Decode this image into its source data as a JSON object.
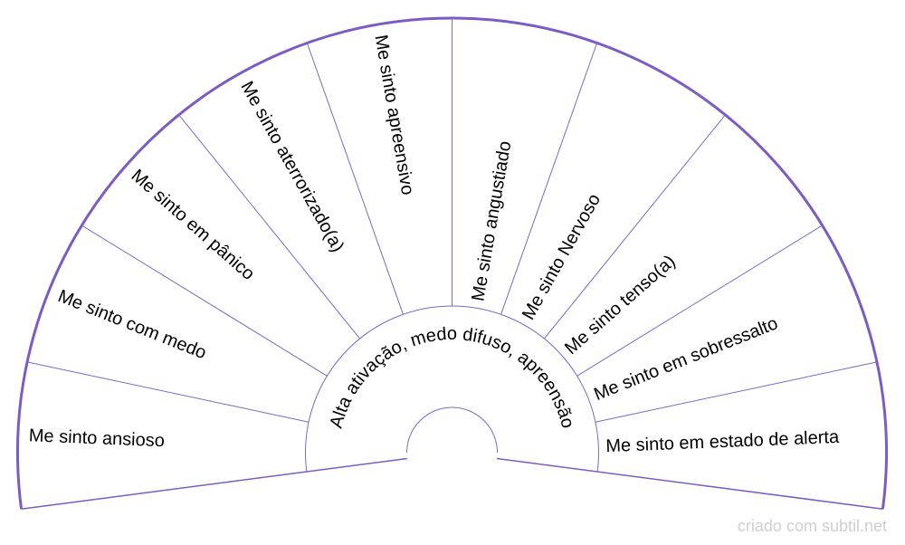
{
  "center_label": "Alta ativação, medo difuso, apreensão",
  "segments": [
    "Me sinto ansioso",
    "Me sinto com medo",
    "Me sinto em pânico",
    "Me sinto aterrorizado(a)",
    "Me sinto apreensivo",
    "Me sinto angustiado",
    "Me sinto Nervoso",
    "Me sinto tenso(a)",
    "Me sinto em sobressalto",
    "Me sinto em estado de alerta"
  ],
  "footer": "criado com subtil.net",
  "colors": {
    "outline": "#7b5cc4",
    "divider": "#7b68c8",
    "footer": "#cfcfcf"
  }
}
